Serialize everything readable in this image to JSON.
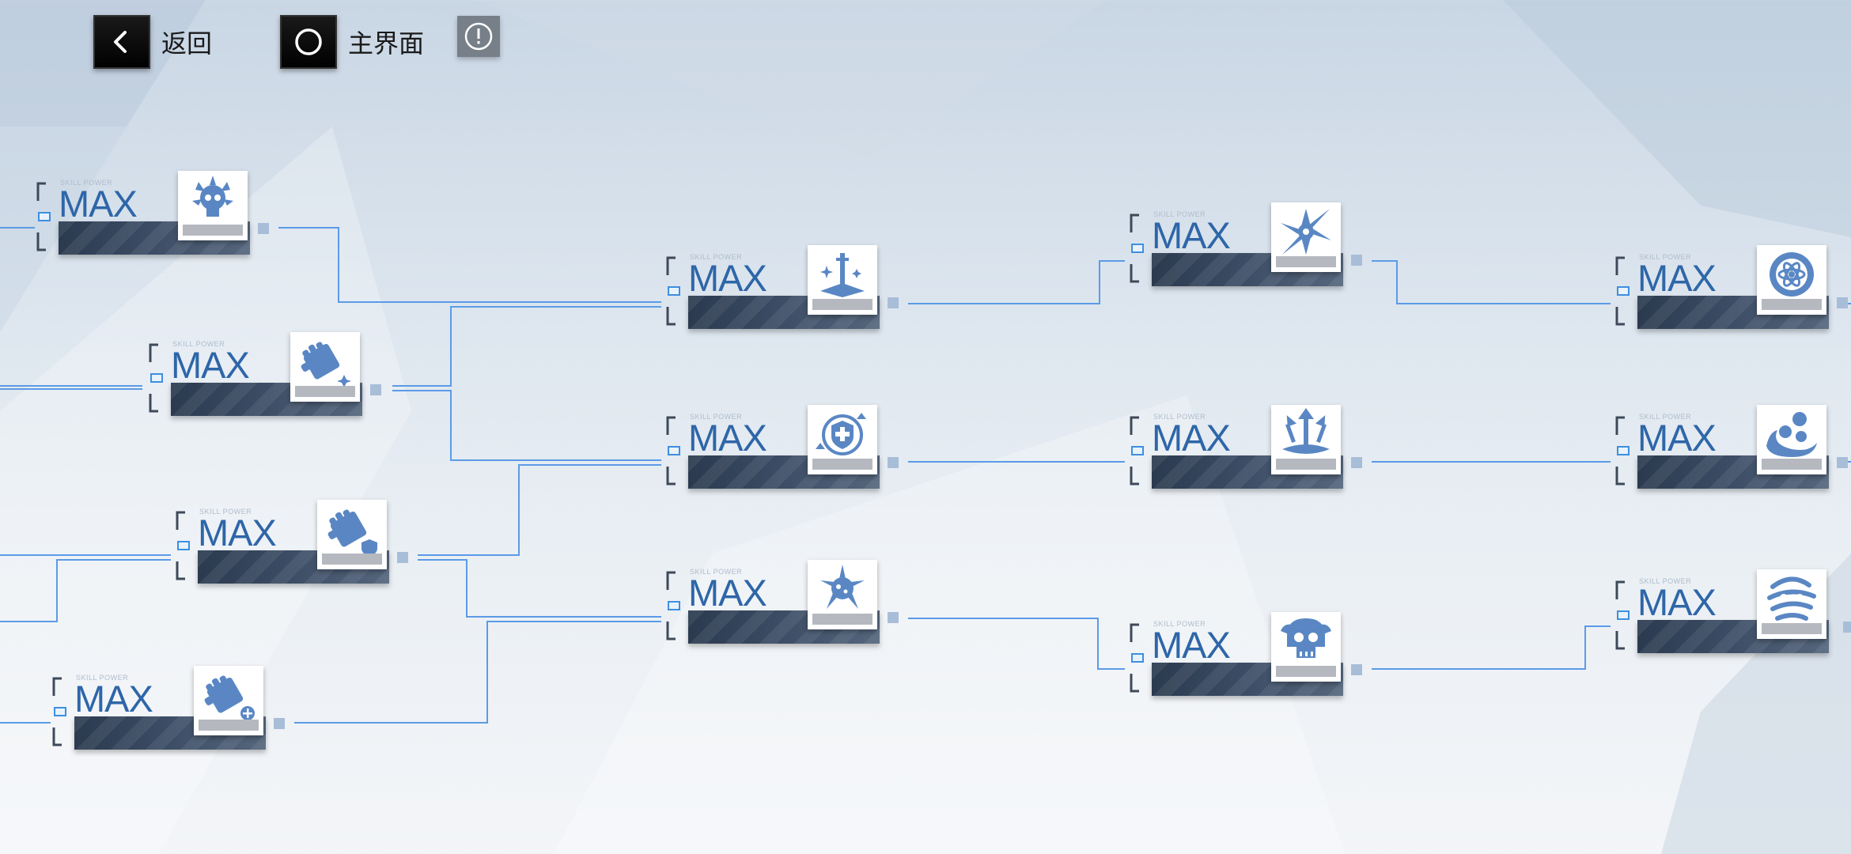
{
  "nav": {
    "back_label": "返回",
    "home_label": "主界面",
    "back_icon": "chevron-left-icon",
    "home_icon": "circle-icon",
    "info_icon": "exclamation-icon"
  },
  "colors": {
    "accent": "#2e66a8",
    "line": "#5b9be6",
    "bar": "#2b3a4f",
    "icon_fill": "#5a87c4"
  },
  "skill_tree": {
    "nodes": [
      {
        "id": "n1",
        "sp_label": "SKILL POWER",
        "level": "MAX",
        "icon": "skull-burst-icon"
      },
      {
        "id": "n2",
        "sp_label": "SKILL POWER",
        "level": "MAX",
        "icon": "fist-sparkle-icon"
      },
      {
        "id": "n3",
        "sp_label": "SKILL POWER",
        "level": "MAX",
        "icon": "fist-shield-icon"
      },
      {
        "id": "n4",
        "sp_label": "SKILL POWER",
        "level": "MAX",
        "icon": "fist-plus-icon"
      },
      {
        "id": "n5",
        "sp_label": "SKILL POWER",
        "level": "MAX",
        "icon": "sword-ground-icon"
      },
      {
        "id": "n6",
        "sp_label": "SKILL POWER",
        "level": "MAX",
        "icon": "heal-shield-icon"
      },
      {
        "id": "n7",
        "sp_label": "SKILL POWER",
        "level": "MAX",
        "icon": "spiked-ball-icon"
      },
      {
        "id": "n8",
        "sp_label": "SKILL POWER",
        "level": "MAX",
        "icon": "star-burst-icon"
      },
      {
        "id": "n9",
        "sp_label": "SKILL POWER",
        "level": "MAX",
        "icon": "arrow-splash-icon"
      },
      {
        "id": "n10",
        "sp_label": "SKILL POWER",
        "level": "MAX",
        "icon": "dark-skull-icon"
      },
      {
        "id": "n11",
        "sp_label": "SKILL POWER",
        "level": "MAX",
        "icon": "atom-ring-icon"
      },
      {
        "id": "n12",
        "sp_label": "SKILL POWER",
        "level": "MAX",
        "icon": "orbs-swirl-icon"
      },
      {
        "id": "n13",
        "sp_label": "SKILL POWER",
        "level": "MAX",
        "icon": "vortex-icon"
      }
    ]
  }
}
